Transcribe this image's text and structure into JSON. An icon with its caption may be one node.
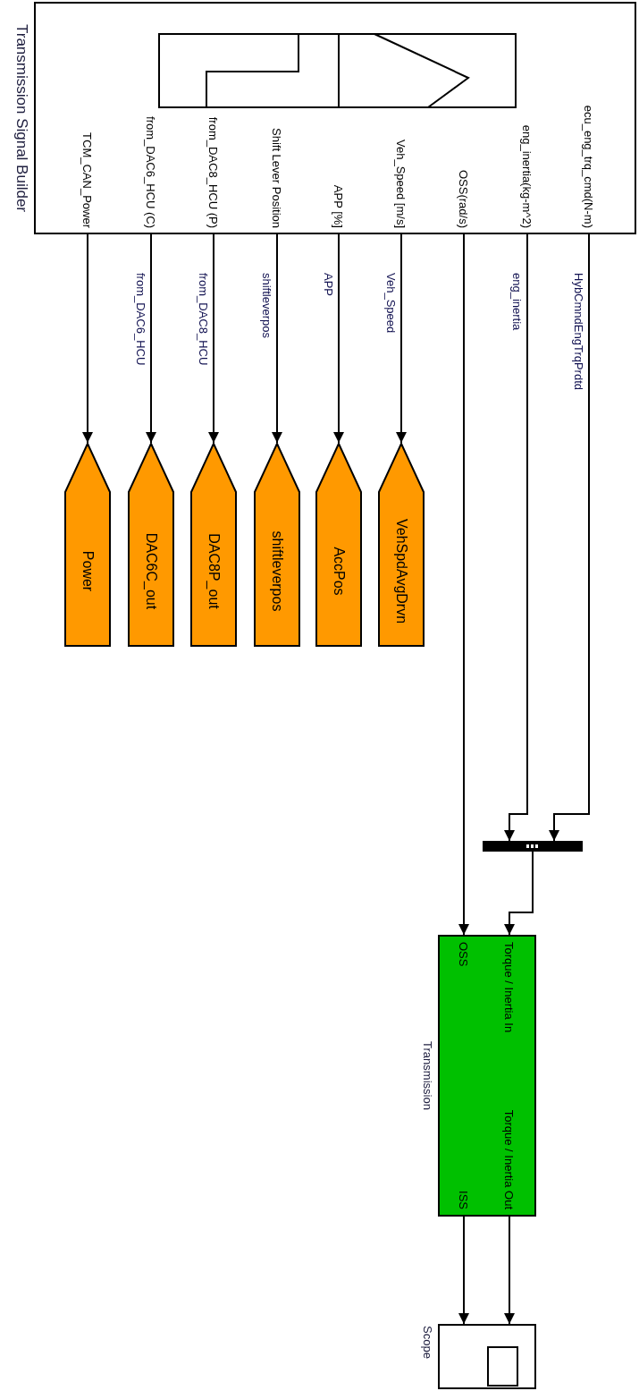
{
  "diagram": {
    "nodes": [
      {
        "text": [
          "Transmission Signal Builder",
          "ecu_eng_trq_cmd(N-m)",
          "eng_inertia(kg-m^2)",
          "OSS(rad/s)",
          "Veh_Speed [m/s]",
          "APP [%]",
          "Shift Lever Position",
          "from_DAC8_HCU (P)",
          "from_DAC6_HCU (C)",
          "TCM_CAN_Power"
        ]
      },
      {
        "text": [
          "VehSpdAvgDrvn"
        ]
      },
      {
        "text": [
          "AccPos"
        ]
      },
      {
        "text": [
          "shiftleverpos"
        ]
      },
      {
        "text": [
          "DAC8P_out"
        ]
      },
      {
        "text": [
          "DAC6C_out"
        ]
      },
      {
        "text": [
          "Power"
        ]
      },
      {
        "text": [],
        "shape": "bar"
      },
      {
        "text": [
          "Transmission",
          "Torque / Inertia In",
          "OSS",
          "Torque / Inertia Out",
          "ISS"
        ]
      },
      {
        "text": [
          "Scope"
        ]
      }
    ],
    "edges": [
      {
        "from": 0,
        "to": 1,
        "arrow": "to",
        "label": "Veh_Speed"
      },
      {
        "from": 0,
        "to": 2,
        "arrow": "to",
        "label": "APP"
      },
      {
        "from": 0,
        "to": 3,
        "arrow": "to",
        "label": "shiftleverpos"
      },
      {
        "from": 0,
        "to": 4,
        "arrow": "to",
        "label": "from_DAC8_HCU"
      },
      {
        "from": 0,
        "to": 5,
        "arrow": "to",
        "label": "from_DAC6_HCU"
      },
      {
        "from": 0,
        "to": 6,
        "arrow": "to"
      },
      {
        "from": 0,
        "to": 7,
        "arrow": "to",
        "label": "HybCmndEngTrqPrdtd"
      },
      {
        "from": 0,
        "to": 7,
        "arrow": "to",
        "label": "eng_inertia"
      },
      {
        "from": 0,
        "to": 8,
        "arrow": "to"
      },
      {
        "from": 7,
        "to": 8,
        "arrow": "to"
      },
      {
        "from": 8,
        "to": 9,
        "arrow": "to"
      },
      {
        "from": 8,
        "to": 9,
        "arrow": "to"
      }
    ]
  }
}
